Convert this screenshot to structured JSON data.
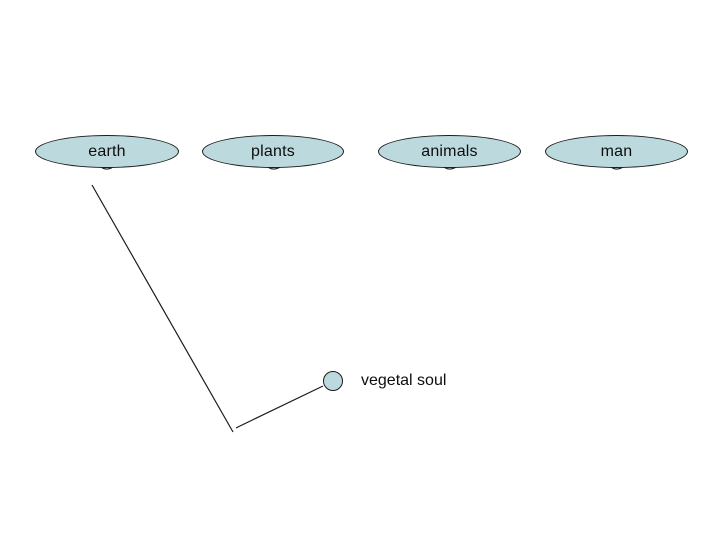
{
  "diagram": {
    "background_color": "#ffffff",
    "node_fill_color": "#bcdade",
    "node_stroke_color": "#1c1c1c",
    "line_color": "#1c1c1c",
    "text_color": "#0d0d0d",
    "nodes": [
      {
        "label": "earth"
      },
      {
        "label": "plants"
      },
      {
        "label": "animals"
      },
      {
        "label": "man"
      }
    ],
    "soul": {
      "label": "vegetal soul"
    }
  }
}
